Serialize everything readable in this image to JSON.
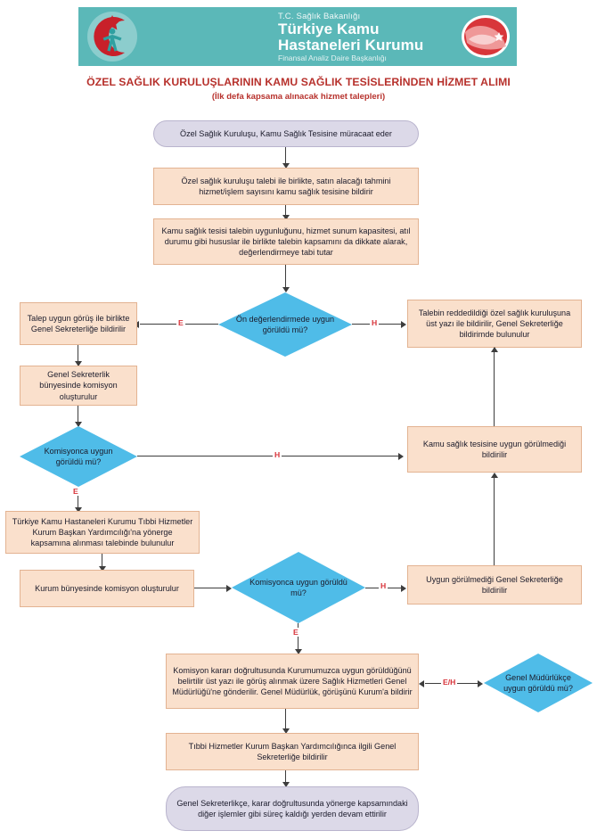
{
  "banner": {
    "line1": "T.C. Sağlık Bakanlığı",
    "line2": "Türkiye Kamu",
    "line3": "Hastaneleri Kurumu",
    "line4": "Finansal Analiz Daire Başkanlığı",
    "bg_color": "#5bb8b8",
    "logo_icon": "ministry-of-health-crescent-logo",
    "flag_icon": "turkish-flag-circle-icon"
  },
  "title": {
    "main": "ÖZEL SAĞLIK KURULUŞLARININ KAMU SAĞLIK TESİSLERİNDEN HİZMET ALIMI",
    "sub": "(İlk defa kapsama alınacak hizmet talepleri)",
    "color": "#b7312c"
  },
  "colors": {
    "terminator": "#dcd9e8",
    "process": "#fae0cc",
    "decision": "#4fbce8",
    "connector": "#3d3d3d",
    "branch_label": "#d8333a"
  },
  "nodes": {
    "start": "Özel Sağlık Kuruluşu, Kamu Sağlık Tesisine müracaat eder",
    "step2": "Özel sağlık kuruluşu talebi ile birlikte,  satın alacağı tahmini hizmet/işlem sayısını kamu sağlık tesisine bildirir",
    "step3": "Kamu sağlık tesisi talebin uygunluğunu, hizmet sunum kapasitesi, atıl durumu gibi hususlar ile birlikte talebin kapsamını da dikkate alarak, değerlendirmeye tabi tutar",
    "decision1": "Ön değerlendirmede uygun görüldü mü?",
    "d1_yes_box": "Talep uygun görüş ile birlikte Genel Sekreterliğe bildirilir",
    "d1_no_box": "Talebin reddedildiği özel sağlık kuruluşuna üst yazı ile bildirilir, Genel Sekreterliğe bildirimde bulunulur",
    "commission_gs": "Genel Sekreterlik bünyesinde komisyon oluşturulur",
    "decision2": "Komisyonca uygun görüldü mü?",
    "d2_no_box": "Kamu sağlık tesisine uygun görülmediği bildirilir",
    "tkhk_request": "Türkiye Kamu Hastaneleri Kurumu Tıbbi Hizmetler Kurum Başkan Yardımcılığı'na yönerge kapsamına alınması talebinde bulunulur",
    "commission_kurum": "Kurum bünyesinde komisyon oluşturulur",
    "decision3": "Komisyonca uygun görüldü mü?",
    "d3_no_box": "Uygun görülmediği Genel Sekreterliğe bildirilir",
    "sagbak_box": "Komisyon kararı doğrultusunda Kurumumuzca uygun görüldüğünü belirtilir üst yazı ile görüş alınmak üzere Sağlık Hizmetleri Genel Müdürlüğü'ne gönderilir. Genel Müdürlük, görüşünü Kurum'a bildirir",
    "decision4": "Genel Müdürlükçe uygun görüldü mü?",
    "notify_gs": "Tıbbi Hizmetler Kurum Başkan Yardımcılığınca ilgili Genel Sekreterliğe bildirilir",
    "end": "Genel Sekreterlikçe, karar doğrultusunda yönerge kapsamındaki diğer işlemler gibi süreç kaldığı yerden devam ettirilir"
  },
  "branch_labels": {
    "d1_yes": "E",
    "d1_no": "H",
    "d2_no": "H",
    "d2_yes": "E",
    "d3_no": "H",
    "d3_yes": "E",
    "d4_both": "E/H"
  }
}
